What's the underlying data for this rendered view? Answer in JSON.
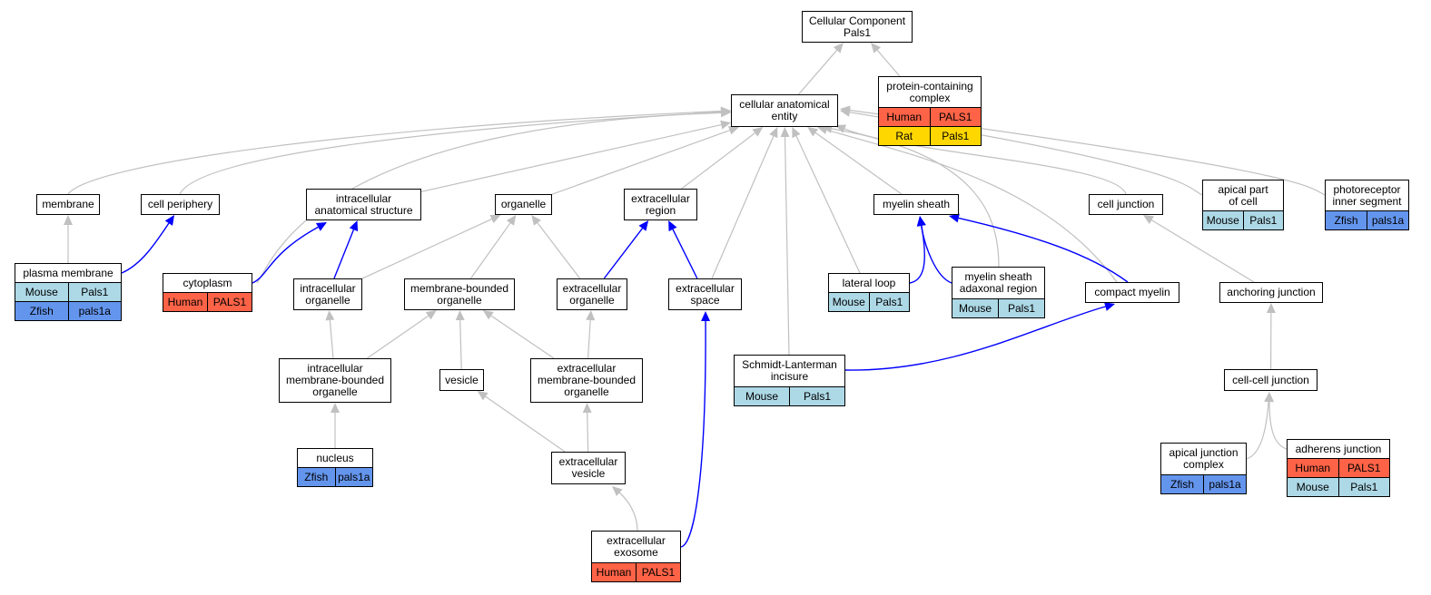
{
  "colors": {
    "is_a_edge": "#c0c0c0",
    "part_of_edge": "#0000ff",
    "Human": "#ff6347",
    "Mouse": "#add8e6",
    "Rat": "#ffd700",
    "Zfish": "#6495ed"
  },
  "nodes": [
    {
      "id": "root",
      "label": "Cellular Component\nPals1",
      "rows": []
    },
    {
      "id": "protein-containing-complex",
      "label": "protein-containing\ncomplex",
      "rows": [
        [
          "Human",
          "PALS1"
        ],
        [
          "Rat",
          "Pals1"
        ]
      ]
    },
    {
      "id": "cellular-anatomical-entity",
      "label": "cellular anatomical\nentity",
      "rows": []
    },
    {
      "id": "membrane",
      "label": "membrane",
      "rows": []
    },
    {
      "id": "cell-periphery",
      "label": "cell periphery",
      "rows": []
    },
    {
      "id": "intracellular-anatomical-structure",
      "label": "intracellular\nanatomical structure",
      "rows": []
    },
    {
      "id": "organelle",
      "label": "organelle",
      "rows": []
    },
    {
      "id": "extracellular-region",
      "label": "extracellular\nregion",
      "rows": []
    },
    {
      "id": "myelin-sheath",
      "label": "myelin sheath",
      "rows": []
    },
    {
      "id": "cell-junction",
      "label": "cell junction",
      "rows": []
    },
    {
      "id": "apical-part-of-cell",
      "label": "apical part\nof cell",
      "rows": [
        [
          "Mouse",
          "Pals1"
        ]
      ]
    },
    {
      "id": "photoreceptor-inner-segment",
      "label": "photoreceptor\ninner segment",
      "rows": [
        [
          "Zfish",
          "pals1a"
        ]
      ]
    },
    {
      "id": "plasma-membrane",
      "label": "plasma membrane",
      "rows": [
        [
          "Mouse",
          "Pals1"
        ],
        [
          "Zfish",
          "pals1a"
        ]
      ]
    },
    {
      "id": "cytoplasm",
      "label": "cytoplasm",
      "rows": [
        [
          "Human",
          "PALS1"
        ]
      ]
    },
    {
      "id": "intracellular-organelle",
      "label": "intracellular\norganelle",
      "rows": []
    },
    {
      "id": "membrane-bounded-organelle",
      "label": "membrane-bounded\norganelle",
      "rows": []
    },
    {
      "id": "extracellular-organelle",
      "label": "extracellular\norganelle",
      "rows": []
    },
    {
      "id": "extracellular-space",
      "label": "extracellular\nspace",
      "rows": []
    },
    {
      "id": "lateral-loop",
      "label": "lateral loop",
      "rows": [
        [
          "Mouse",
          "Pals1"
        ]
      ]
    },
    {
      "id": "myelin-sheath-adaxonal-region",
      "label": "myelin sheath\nadaxonal region",
      "rows": [
        [
          "Mouse",
          "Pals1"
        ]
      ]
    },
    {
      "id": "compact-myelin",
      "label": "compact myelin",
      "rows": []
    },
    {
      "id": "anchoring-junction",
      "label": "anchoring junction",
      "rows": []
    },
    {
      "id": "intracellular-membrane-bounded-organelle",
      "label": "intracellular\nmembrane-bounded\norganelle",
      "rows": []
    },
    {
      "id": "vesicle",
      "label": "vesicle",
      "rows": []
    },
    {
      "id": "extracellular-membrane-bounded-organelle",
      "label": "extracellular\nmembrane-bounded\norganelle",
      "rows": []
    },
    {
      "id": "schmidt-lanterman-incisure",
      "label": "Schmidt-Lanterman\nincisure",
      "rows": [
        [
          "Mouse",
          "Pals1"
        ]
      ]
    },
    {
      "id": "cell-cell-junction",
      "label": "cell-cell junction",
      "rows": []
    },
    {
      "id": "nucleus",
      "label": "nucleus",
      "rows": [
        [
          "Zfish",
          "pals1a"
        ]
      ]
    },
    {
      "id": "extracellular-vesicle",
      "label": "extracellular\nvesicle",
      "rows": []
    },
    {
      "id": "apical-junction-complex",
      "label": "apical junction\ncomplex",
      "rows": [
        [
          "Zfish",
          "pals1a"
        ]
      ]
    },
    {
      "id": "adherens-junction",
      "label": "adherens junction",
      "rows": [
        [
          "Human",
          "PALS1"
        ],
        [
          "Mouse",
          "Pals1"
        ]
      ]
    },
    {
      "id": "extracellular-exosome",
      "label": "extracellular\nexosome",
      "rows": [
        [
          "Human",
          "PALS1"
        ]
      ]
    }
  ],
  "edges": [
    {
      "from": "cellular-anatomical-entity",
      "to": "root",
      "type": "is_a"
    },
    {
      "from": "protein-containing-complex",
      "to": "root",
      "type": "is_a"
    },
    {
      "from": "membrane",
      "to": "cellular-anatomical-entity",
      "type": "is_a"
    },
    {
      "from": "cell-periphery",
      "to": "cellular-anatomical-entity",
      "type": "is_a"
    },
    {
      "from": "intracellular-anatomical-structure",
      "to": "cellular-anatomical-entity",
      "type": "is_a"
    },
    {
      "from": "organelle",
      "to": "cellular-anatomical-entity",
      "type": "is_a"
    },
    {
      "from": "extracellular-region",
      "to": "cellular-anatomical-entity",
      "type": "is_a"
    },
    {
      "from": "myelin-sheath",
      "to": "cellular-anatomical-entity",
      "type": "is_a"
    },
    {
      "from": "cell-junction",
      "to": "cellular-anatomical-entity",
      "type": "is_a"
    },
    {
      "from": "apical-part-of-cell",
      "to": "cellular-anatomical-entity",
      "type": "is_a"
    },
    {
      "from": "photoreceptor-inner-segment",
      "to": "cellular-anatomical-entity",
      "type": "is_a"
    },
    {
      "from": "cytoplasm",
      "to": "cellular-anatomical-entity",
      "type": "is_a"
    },
    {
      "from": "extracellular-space",
      "to": "cellular-anatomical-entity",
      "type": "is_a"
    },
    {
      "from": "lateral-loop",
      "to": "cellular-anatomical-entity",
      "type": "is_a"
    },
    {
      "from": "myelin-sheath-adaxonal-region",
      "to": "cellular-anatomical-entity",
      "type": "is_a"
    },
    {
      "from": "compact-myelin",
      "to": "cellular-anatomical-entity",
      "type": "is_a"
    },
    {
      "from": "schmidt-lanterman-incisure",
      "to": "cellular-anatomical-entity",
      "type": "is_a"
    },
    {
      "from": "plasma-membrane",
      "to": "membrane",
      "type": "is_a"
    },
    {
      "from": "plasma-membrane",
      "to": "cell-periphery",
      "type": "part_of"
    },
    {
      "from": "cytoplasm",
      "to": "intracellular-anatomical-structure",
      "type": "part_of"
    },
    {
      "from": "intracellular-organelle",
      "to": "intracellular-anatomical-structure",
      "type": "part_of"
    },
    {
      "from": "intracellular-organelle",
      "to": "organelle",
      "type": "is_a"
    },
    {
      "from": "membrane-bounded-organelle",
      "to": "organelle",
      "type": "is_a"
    },
    {
      "from": "extracellular-organelle",
      "to": "organelle",
      "type": "is_a"
    },
    {
      "from": "extracellular-organelle",
      "to": "extracellular-region",
      "type": "part_of"
    },
    {
      "from": "extracellular-space",
      "to": "extracellular-region",
      "type": "part_of"
    },
    {
      "from": "lateral-loop",
      "to": "myelin-sheath",
      "type": "part_of"
    },
    {
      "from": "myelin-sheath-adaxonal-region",
      "to": "myelin-sheath",
      "type": "part_of"
    },
    {
      "from": "compact-myelin",
      "to": "myelin-sheath",
      "type": "part_of"
    },
    {
      "from": "schmidt-lanterman-incisure",
      "to": "compact-myelin",
      "type": "part_of"
    },
    {
      "from": "anchoring-junction",
      "to": "cell-junction",
      "type": "is_a"
    },
    {
      "from": "intracellular-membrane-bounded-organelle",
      "to": "intracellular-organelle",
      "type": "is_a"
    },
    {
      "from": "intracellular-membrane-bounded-organelle",
      "to": "membrane-bounded-organelle",
      "type": "is_a"
    },
    {
      "from": "vesicle",
      "to": "membrane-bounded-organelle",
      "type": "is_a"
    },
    {
      "from": "extracellular-membrane-bounded-organelle",
      "to": "membrane-bounded-organelle",
      "type": "is_a"
    },
    {
      "from": "extracellular-membrane-bounded-organelle",
      "to": "extracellular-organelle",
      "type": "is_a"
    },
    {
      "from": "nucleus",
      "to": "intracellular-membrane-bounded-organelle",
      "type": "is_a"
    },
    {
      "from": "extracellular-vesicle",
      "to": "vesicle",
      "type": "is_a"
    },
    {
      "from": "extracellular-vesicle",
      "to": "extracellular-membrane-bounded-organelle",
      "type": "is_a"
    },
    {
      "from": "extracellular-exosome",
      "to": "extracellular-vesicle",
      "type": "is_a"
    },
    {
      "from": "extracellular-exosome",
      "to": "extracellular-space",
      "type": "part_of"
    },
    {
      "from": "cell-cell-junction",
      "to": "anchoring-junction",
      "type": "is_a"
    },
    {
      "from": "apical-junction-complex",
      "to": "cell-cell-junction",
      "type": "is_a"
    },
    {
      "from": "adherens-junction",
      "to": "cell-cell-junction",
      "type": "is_a"
    }
  ]
}
